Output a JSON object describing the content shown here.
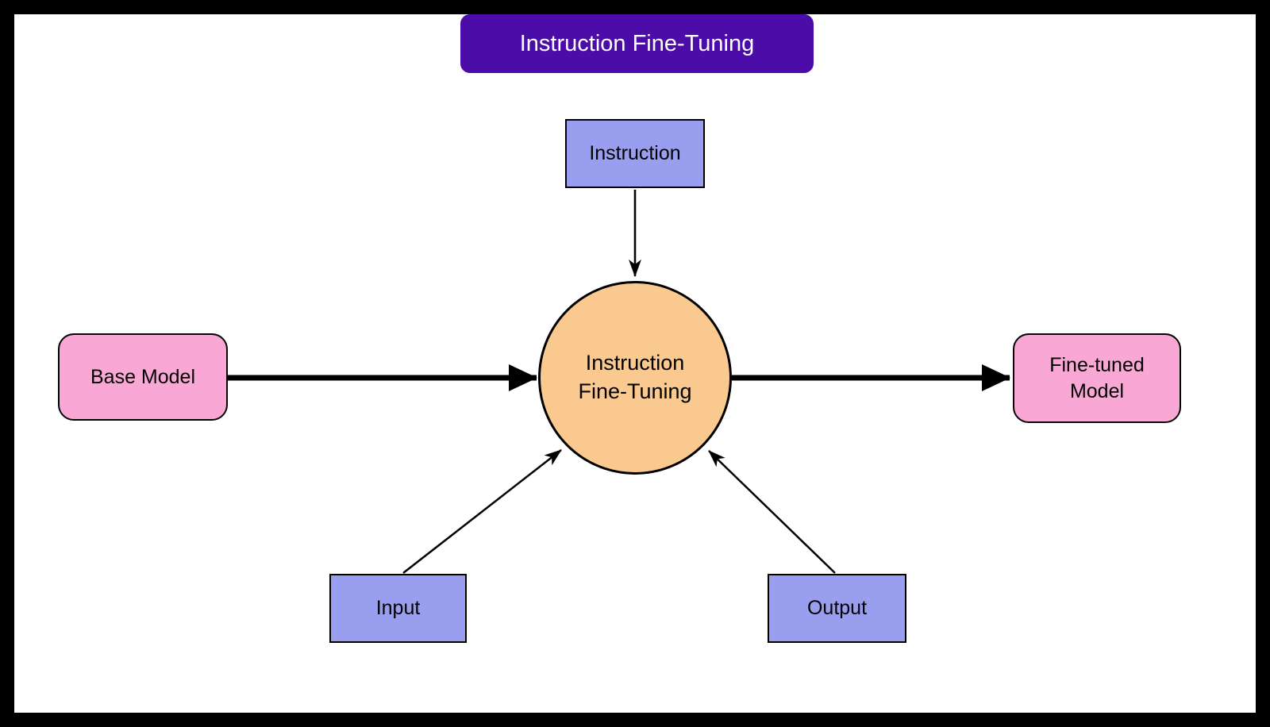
{
  "title": {
    "label": "Instruction Fine-Tuning",
    "background": "#4B0CA8",
    "text_color": "#ffffff"
  },
  "nodes": {
    "instruction": {
      "label": "Instruction",
      "shape": "rect",
      "fill": "#9A9EEE"
    },
    "input": {
      "label": "Input",
      "shape": "rect",
      "fill": "#9A9EEE"
    },
    "output": {
      "label": "Output",
      "shape": "rect",
      "fill": "#9A9EEE"
    },
    "base_model": {
      "label": "Base Model",
      "shape": "rounded-rect",
      "fill": "#F9A7D4"
    },
    "fine_tuned_model": {
      "label": "Fine-tuned\nModel",
      "shape": "rounded-rect",
      "fill": "#F9A7D4"
    },
    "center": {
      "label": "Instruction\nFine-Tuning",
      "shape": "circle",
      "fill": "#F9C98F"
    }
  },
  "edges": [
    {
      "from": "instruction",
      "to": "center",
      "style": "thin-arrow"
    },
    {
      "from": "base_model",
      "to": "center",
      "style": "thick-arrow"
    },
    {
      "from": "center",
      "to": "fine_tuned_model",
      "style": "thick-arrow"
    },
    {
      "from": "input",
      "to": "center",
      "style": "thin-arrow"
    },
    {
      "from": "output",
      "to": "center",
      "style": "thin-arrow"
    }
  ],
  "colors": {
    "frame": "#000000",
    "canvas": "#ffffff",
    "edge": "#000000",
    "node_border": "#000000",
    "node_text": "#000000"
  }
}
